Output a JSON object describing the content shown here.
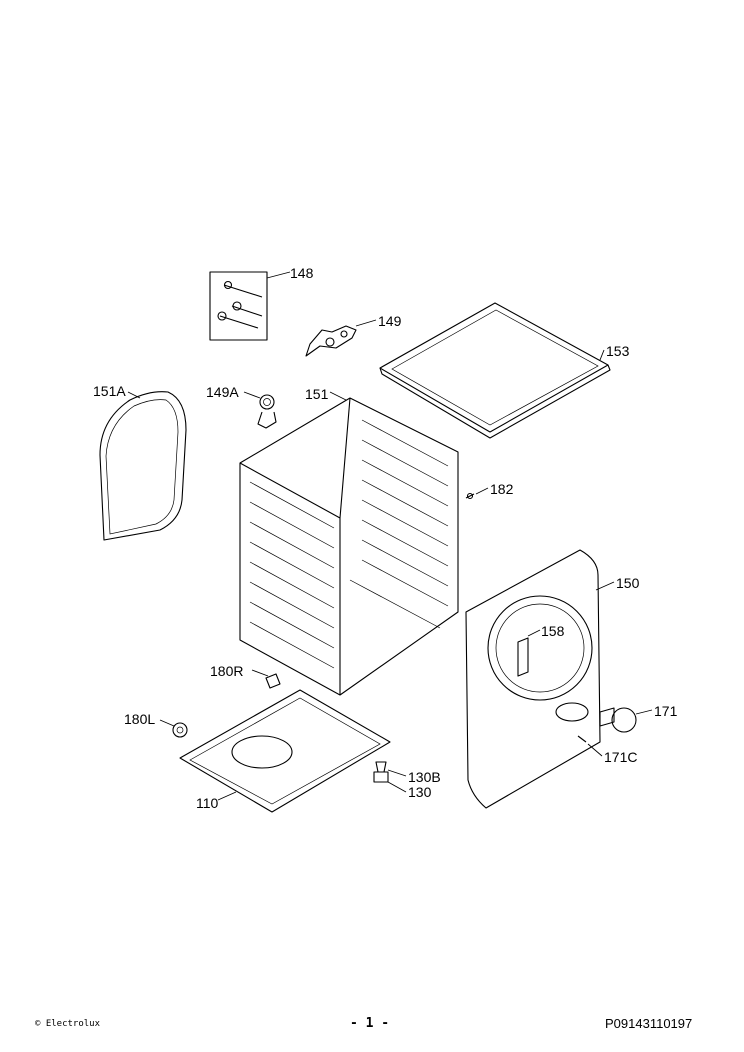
{
  "parts": {
    "p148": "148",
    "p149": "149",
    "p153": "153",
    "p151a": "151A",
    "p149a": "149A",
    "p151": "151",
    "p182": "182",
    "p150": "150",
    "p158": "158",
    "p180r": "180R",
    "p180l": "180L",
    "p171": "171",
    "p171c": "171C",
    "p130b": "130B",
    "p130": "130",
    "p110": "110"
  },
  "footer": {
    "copyright": "© Electrolux",
    "page": "- 1 -",
    "doc_id": "P09143110197"
  }
}
